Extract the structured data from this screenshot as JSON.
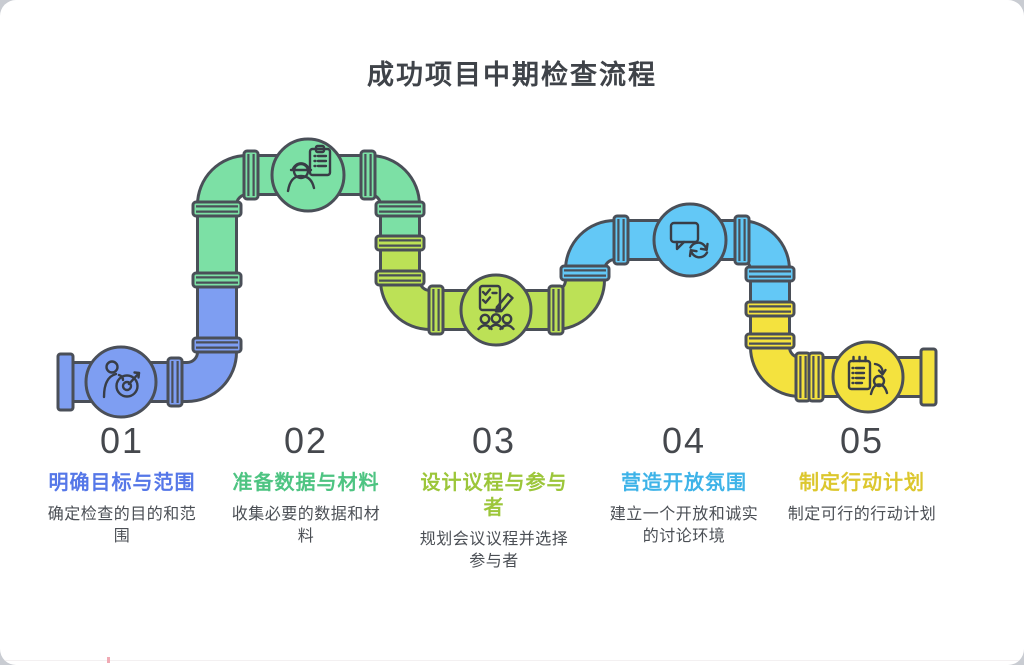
{
  "heading": {
    "text": "成功项目中期检查流程"
  },
  "steps": [
    {
      "number": "01",
      "title": "明确目标与范围",
      "description": "确定检查的目的和范围",
      "icon": "goal-target-icon"
    },
    {
      "number": "02",
      "title": "准备数据与材料",
      "description": "收集必要的数据和材料",
      "icon": "worker-checklist-icon"
    },
    {
      "number": "03",
      "title": "设计议程与参与者",
      "description": "规划会议议程并选择参与者",
      "icon": "agenda-participants-icon"
    },
    {
      "number": "04",
      "title": "营造开放氛围",
      "description": "建立一个开放和诚实的讨论环境",
      "icon": "discussion-sync-icon"
    },
    {
      "number": "05",
      "title": "制定行动计划",
      "description": "制定可行的行动计划",
      "icon": "action-plan-icon"
    }
  ],
  "colors": {
    "pipe-blue": "#7e9ef2",
    "pipe-green": "#7ce0a5",
    "pipe-lime": "#bce156",
    "pipe-cyan": "#63c8f6",
    "pipe-yellow": "#f4e23e",
    "outline": "#4a4f58",
    "icon-ink": "#383d46",
    "accent-blue": "#5577e8",
    "accent-green": "#4ec482",
    "accent-lime": "#9cc63a",
    "accent-cyan": "#3eb3e8",
    "accent-yellow": "#dcc72e",
    "heading": "#3f4349",
    "number": "#45484d",
    "description": "#4b4f55"
  }
}
